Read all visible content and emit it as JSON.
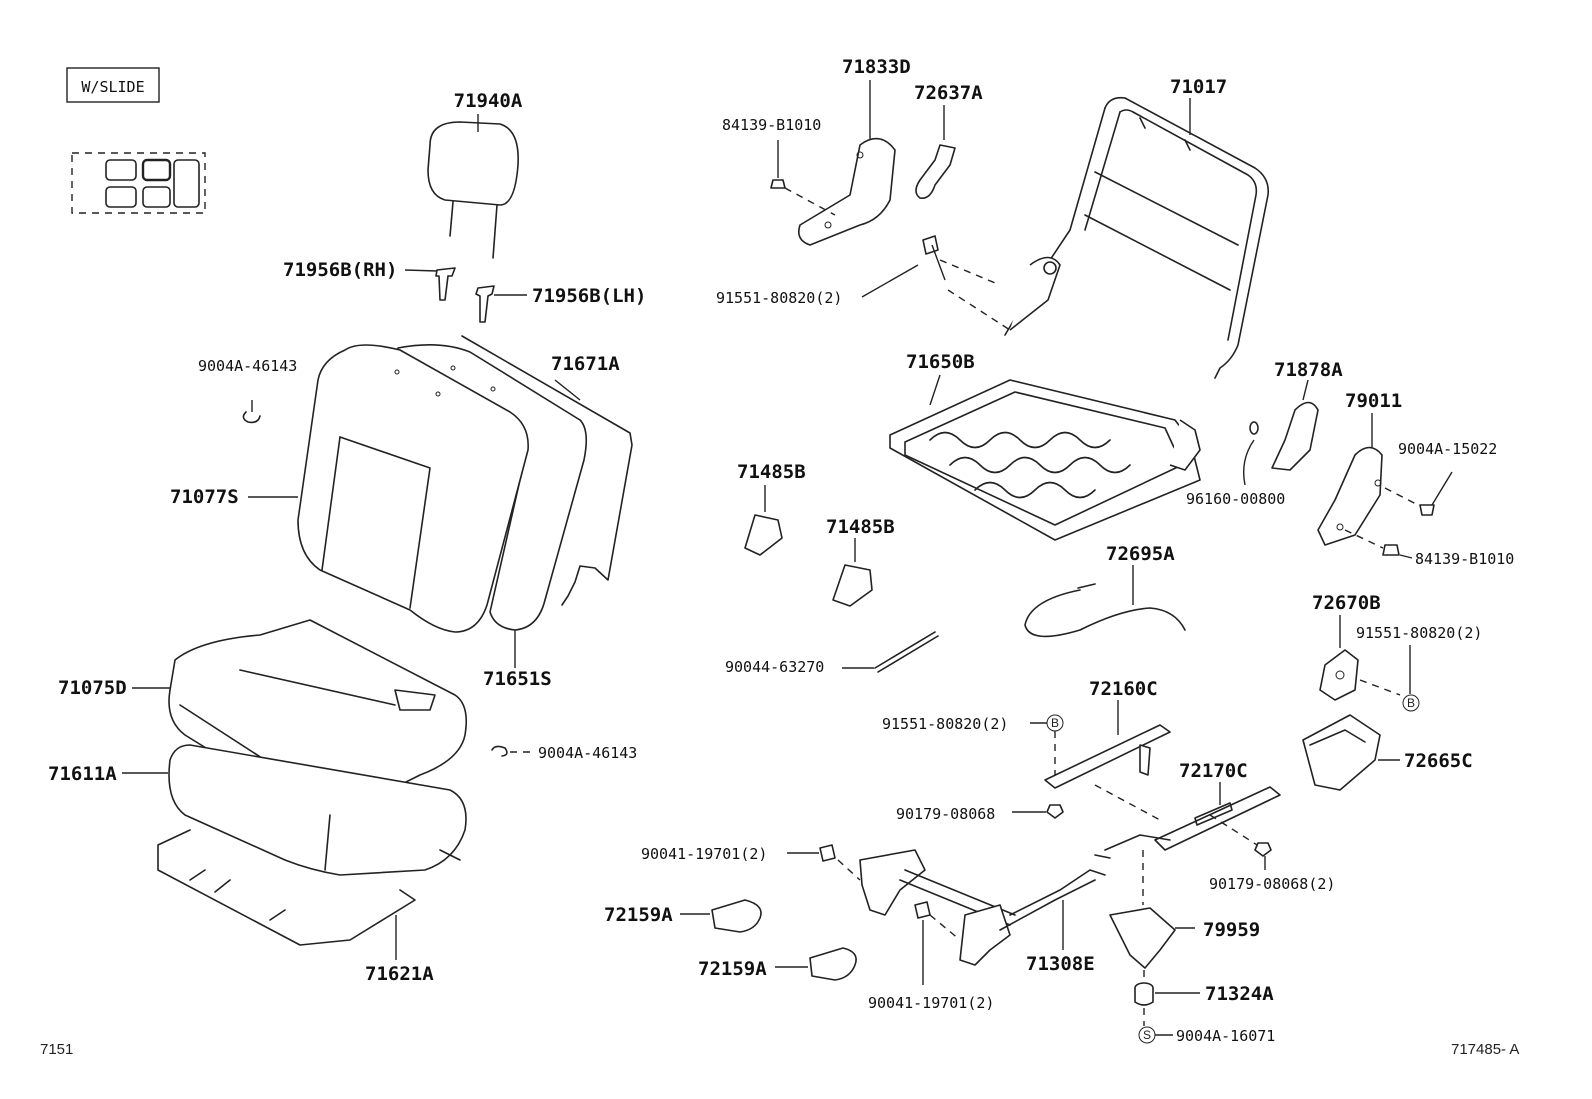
{
  "title_box": "W/SLIDE",
  "labels": {
    "p71940A": "71940A",
    "p71956B_RH": "71956B(RH)",
    "p71956B_LH": "71956B(LH)",
    "p9004A_46143_a": "9004A-46143",
    "p71671A": "71671A",
    "p71077S": "71077S",
    "p71651S": "71651S",
    "p71075D": "71075D",
    "p9004A_46143_b": "9004A-46143",
    "p71611A": "71611A",
    "p71621A": "71621A",
    "p71833D": "71833D",
    "p72637A": "72637A",
    "p84139_B1010_a": "84139-B1010",
    "p71017": "71017",
    "p91551_80820_a": "91551-80820(2)",
    "p71650B": "71650B",
    "p71878A": "71878A",
    "p79011": "79011",
    "p9004A_15022": "9004A-15022",
    "p96160_00800": "96160-00800",
    "p84139_B1010_b": "84139-B1010",
    "p71485B_a": "71485B",
    "p71485B_b": "71485B",
    "p72695A": "72695A",
    "p90044_63270": "90044-63270",
    "p72670B": "72670B",
    "p91551_80820_b": "91551-80820(2)",
    "p72160C": "72160C",
    "p91551_80820_c": "91551-80820(2)",
    "p72665C": "72665C",
    "p72170C": "72170C",
    "p90179_08068_a": "90179-08068",
    "p90041_19701_a": "90041-19701(2)",
    "p90179_08068_b": "90179-08068(2)",
    "p72159A_a": "72159A",
    "p79959": "79959",
    "p72159A_b": "72159A",
    "p71308E": "71308E",
    "p90041_19701_b": "90041-19701(2)",
    "p71324A": "71324A",
    "p9004A_16071": "9004A-16071"
  },
  "markers": {
    "b": "B",
    "s": "S"
  },
  "footer_left": "7151",
  "footer_right": "717485- A"
}
